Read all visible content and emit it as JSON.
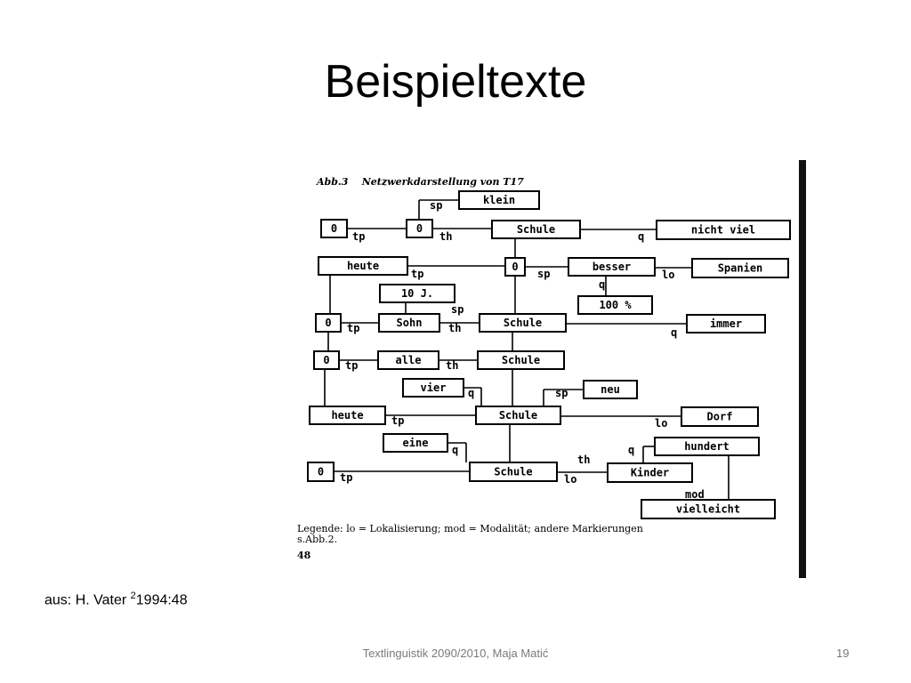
{
  "slide": {
    "title": "Beispieltexte",
    "source_prefix": "aus: H. Vater ",
    "source_superscript": "2",
    "source_suffix": "1994:48",
    "footer": "Textlinguistik 2090/2010, Maja Matić",
    "page_number": "19"
  },
  "diagram": {
    "caption": "Abb.3    Netzwerkdarstellung von T17",
    "legend_line1": "Legende: lo = Lokalisierung; mod = Modalität; andere Markierungen",
    "legend_line2": "s.Abb.2.",
    "page_ref": "48",
    "nodes": [
      {
        "id": "n01",
        "label": "klein"
      },
      {
        "id": "n02",
        "label": "0"
      },
      {
        "id": "n03",
        "label": "0"
      },
      {
        "id": "n04",
        "label": "Schule"
      },
      {
        "id": "n05",
        "label": "nicht viel"
      },
      {
        "id": "n06",
        "label": "heute"
      },
      {
        "id": "n07",
        "label": "0"
      },
      {
        "id": "n08",
        "label": "besser"
      },
      {
        "id": "n09",
        "label": "Spanien"
      },
      {
        "id": "n10",
        "label": "10 J."
      },
      {
        "id": "n11",
        "label": "100 %"
      },
      {
        "id": "n12",
        "label": "0"
      },
      {
        "id": "n13",
        "label": "Sohn"
      },
      {
        "id": "n14",
        "label": "Schule"
      },
      {
        "id": "n15",
        "label": "immer"
      },
      {
        "id": "n16",
        "label": "0"
      },
      {
        "id": "n17",
        "label": "alle"
      },
      {
        "id": "n18",
        "label": "Schule"
      },
      {
        "id": "n19",
        "label": "vier"
      },
      {
        "id": "n20",
        "label": "neu"
      },
      {
        "id": "n21",
        "label": "heute"
      },
      {
        "id": "n22",
        "label": "Schule"
      },
      {
        "id": "n23",
        "label": "Dorf"
      },
      {
        "id": "n24",
        "label": "eine"
      },
      {
        "id": "n25",
        "label": "hundert"
      },
      {
        "id": "n26",
        "label": "0"
      },
      {
        "id": "n27",
        "label": "Schule"
      },
      {
        "id": "n28",
        "label": "Kinder"
      },
      {
        "id": "n29",
        "label": "vielleicht"
      }
    ],
    "edge_labels": [
      {
        "id": "l01",
        "label": "sp"
      },
      {
        "id": "l02",
        "label": "tp"
      },
      {
        "id": "l03",
        "label": "th"
      },
      {
        "id": "l04",
        "label": "q"
      },
      {
        "id": "l05",
        "label": "tp"
      },
      {
        "id": "l06",
        "label": "sp"
      },
      {
        "id": "l07",
        "label": "lo"
      },
      {
        "id": "l08",
        "label": "q"
      },
      {
        "id": "l09",
        "label": "sp"
      },
      {
        "id": "l10",
        "label": "tp"
      },
      {
        "id": "l11",
        "label": "th"
      },
      {
        "id": "l12",
        "label": "q"
      },
      {
        "id": "l13",
        "label": "tp"
      },
      {
        "id": "l14",
        "label": "th"
      },
      {
        "id": "l15",
        "label": "q"
      },
      {
        "id": "l16",
        "label": "sp"
      },
      {
        "id": "l17",
        "label": "tp"
      },
      {
        "id": "l18",
        "label": "lo"
      },
      {
        "id": "l19",
        "label": "q"
      },
      {
        "id": "l20",
        "label": "q"
      },
      {
        "id": "l21",
        "label": "th"
      },
      {
        "id": "l22",
        "label": "tp"
      },
      {
        "id": "l23",
        "label": "lo"
      },
      {
        "id": "l24",
        "label": "mod"
      }
    ]
  }
}
